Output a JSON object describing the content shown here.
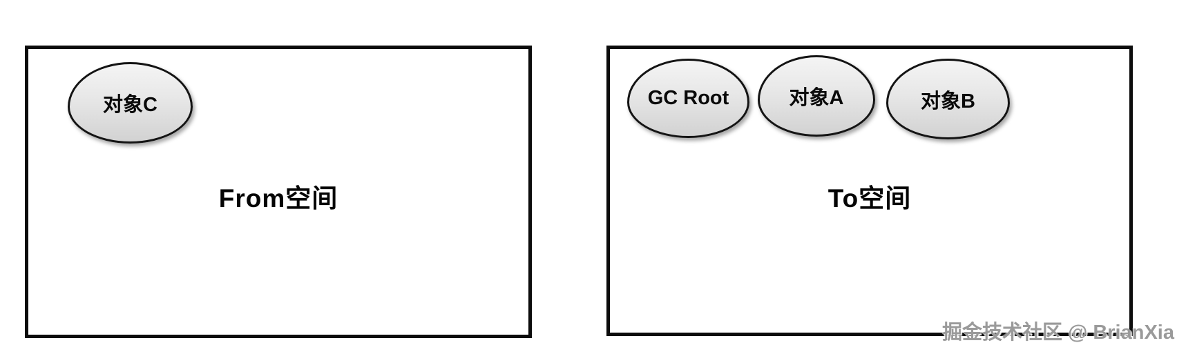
{
  "diagram": {
    "type": "gc-copying-spaces",
    "spaces": [
      {
        "label": "From空间",
        "objects": [
          {
            "label": "对象C"
          }
        ]
      },
      {
        "label": "To空间",
        "objects": [
          {
            "label": "GC Root"
          },
          {
            "label": "对象A"
          },
          {
            "label": "对象B"
          }
        ]
      }
    ],
    "watermark": "掘金技术社区 @ BrianXia",
    "colors": {
      "background": "#ffffff",
      "box_border": "#0c0c0c",
      "node_border": "#141414",
      "node_fill_top": "#f4f4f4",
      "node_fill_bottom": "#d2d2d2",
      "label_text": "#050505",
      "watermark_text": "#9a9a9a"
    }
  }
}
